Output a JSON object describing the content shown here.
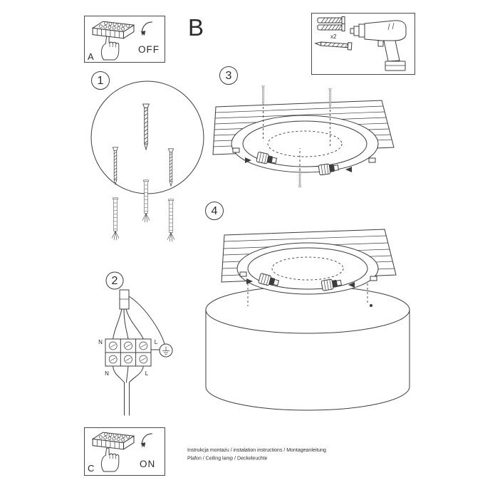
{
  "colors": {
    "ink": "#3c3c3c",
    "paper": "#ffffff"
  },
  "panels": {
    "a": {
      "letter": "A",
      "state": "OFF"
    },
    "b": {
      "letter": "B"
    },
    "c": {
      "letter": "C",
      "state": "ON"
    }
  },
  "parts_box": {
    "plug_count": "x2"
  },
  "steps": {
    "s1": "1",
    "s2": "2",
    "s3": "3",
    "s4": "4"
  },
  "wiring": {
    "n_top": "N",
    "l_top": "L",
    "n_bottom": "N",
    "l_bottom": "L"
  },
  "footer": {
    "line1": "Instrukcja montażu / instalation instructions / Montageanleitung",
    "line2": "Plafon / Ceiling lamp / Deckeleuchte"
  }
}
